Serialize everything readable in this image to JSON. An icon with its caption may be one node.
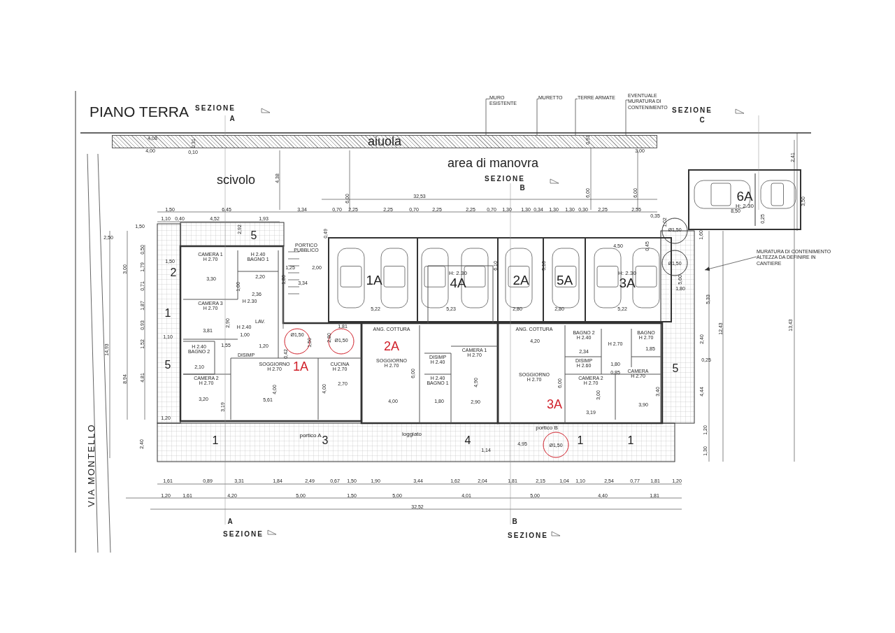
{
  "diagram": {
    "title": "PIANO TERRA",
    "nodes": [
      {
        "text": [
          "aiuola"
        ]
      },
      {
        "text": [
          "scivolo"
        ]
      },
      {
        "text": [
          "area di manovra"
        ]
      },
      {
        "text": [
          "6A",
          "H: 2.30"
        ]
      },
      {
        "text": [
          "1A"
        ]
      },
      {
        "text": [
          "H: 2.30",
          "4A"
        ]
      },
      {
        "text": [
          "2A"
        ]
      },
      {
        "text": [
          "5A"
        ]
      },
      {
        "text": [
          "H: 2.30",
          "3A"
        ]
      },
      {
        "text": [
          "PORTICO PUBBLICO"
        ]
      },
      {
        "text": [
          "CAMERA 1",
          "H 2.70"
        ]
      },
      {
        "text": [
          "H 2.40",
          "BAGNO 1"
        ]
      },
      {
        "text": [
          "CAMERA 3",
          "H 2.70"
        ]
      },
      {
        "text": [
          "H 2.40",
          "BAGNO 2"
        ]
      },
      {
        "text": [
          "CAMERA 2",
          "H 2.70"
        ]
      },
      {
        "text": [
          "SOGGIORNO",
          "H 2.70"
        ]
      },
      {
        "text": [
          "CUCINA",
          "H 2.70"
        ]
      },
      {
        "text": [
          "ANG. COTTURA"
        ]
      },
      {
        "text": [
          "SOGGIORNO",
          "H 2.70"
        ]
      },
      {
        "text": [
          "DISIMP",
          "H 2.40"
        ]
      },
      {
        "text": [
          "H 2.40",
          "BAGNO 1"
        ]
      },
      {
        "text": [
          "CAMERA 1",
          "H 2.70"
        ]
      },
      {
        "text": [
          "ANG. COTTURA"
        ]
      },
      {
        "text": [
          "SOGGIORNO",
          "H 2.70"
        ]
      },
      {
        "text": [
          "BAGNO 2",
          "H 2.40"
        ]
      },
      {
        "text": [
          "BAGNO",
          "H 2.70"
        ]
      },
      {
        "text": [
          "DISIMP",
          "H 2.60"
        ]
      },
      {
        "text": [
          "CAMERA 2",
          "H 2.70"
        ]
      },
      {
        "text": [
          "CAMERA",
          "H 2.70"
        ]
      },
      {
        "text": [
          "MURO ESISTENTE"
        ]
      },
      {
        "text": [
          "MURETTO"
        ]
      },
      {
        "text": [
          "TERRE ARMATE"
        ]
      },
      {
        "text": [
          "EVENTUALE MURATURA DI CONTENIMENTO"
        ]
      },
      {
        "text": [
          "MURATURA DI CONTENIMENTO ALTEZZA DA DEFINIRE IN CANTIERE"
        ]
      }
    ],
    "edges": [
      {
        "from": 29,
        "to": 0,
        "arrow": "none"
      },
      {
        "from": 30,
        "to": 0,
        "arrow": "none"
      },
      {
        "from": 31,
        "to": 0,
        "arrow": "none"
      },
      {
        "from": 32,
        "to": 0,
        "arrow": "none"
      },
      {
        "from": 33,
        "to": null,
        "arrow": "to"
      }
    ],
    "labels": [
      "SEZIONE",
      "A",
      "SEZIONE",
      "B",
      "SEZIONE",
      "C",
      "4,08",
      "0,31",
      "4,00",
      "0,10",
      "4,38",
      "6,00",
      "0,91",
      "3,00",
      "6,00",
      "6,00",
      "2,41",
      "32,53",
      "8,50",
      "3,50",
      "1,50",
      "6,45",
      "3,34",
      "0,70",
      "2,25",
      "2,25",
      "0,70",
      "2,25",
      "2,25",
      "0,70",
      "1,30",
      "1,30",
      "0,34",
      "1,30",
      "1,30",
      "0,30",
      "2,25",
      "2,55",
      "0,35",
      "0,25",
      "1,10",
      "0,40",
      "4,52",
      "1,93",
      "2,50",
      "1,50",
      "2,92",
      "5",
      "0,49",
      "1,02",
      "Ø1,50",
      "Ø1,50",
      "1,60",
      "4,50",
      "0,45",
      "3,00",
      "0,50",
      "1,79",
      "0,71",
      "1,87",
      "0,93",
      "1,52",
      "8,94",
      "4,81",
      "14,93",
      "1,50",
      "2",
      "1",
      "1,10",
      "5",
      "1,20",
      "3,30",
      "2,20",
      "1,00",
      "2,36",
      "H 2.30",
      "2,90",
      "3,81",
      "H 2.40",
      "LAV.",
      "1,00",
      "1,55",
      "1,20",
      "DISIMP",
      "2,10",
      "3,20",
      "3,19",
      "5,61",
      "4,00",
      "2,70",
      "4,00",
      "1A",
      "1,25",
      "2,00",
      "3,34",
      "1,80",
      "1,81",
      "0,42",
      "1,50",
      "2,80",
      "Ø1,50",
      "Ø1,50",
      "5,22",
      "5,23",
      "2,80",
      "2,80",
      "5,22",
      "6,10",
      "5,10",
      "5,60",
      "1,80",
      "5,33",
      "12,43",
      "13,43",
      "2,40",
      "0,25",
      "5",
      "4,44",
      "2A",
      "6,00",
      "4,00",
      "4,90",
      "1,80",
      "2,90",
      "4,20",
      "6,00",
      "3A",
      "2,34",
      "H 2.70",
      "1,85",
      "1,80",
      "0,85",
      "3,19",
      "3,00",
      "3,90",
      "3,40",
      "portico A",
      "3",
      "loggiato",
      "4",
      "portico B",
      "1",
      "1",
      "1",
      "2,40",
      "1,30",
      "1,20",
      "4,95",
      "Ø1,50",
      "1,14",
      "1,61",
      "0,89",
      "3,31",
      "1,84",
      "2,49",
      "0,67",
      "1,50",
      "1,90",
      "3,44",
      "1,62",
      "2,04",
      "1,81",
      "2,15",
      "1,04",
      "1,10",
      "2,54",
      "0,77",
      "1,81",
      "1,20",
      "1,20",
      "1,61",
      "4,20",
      "5,00",
      "1,50",
      "5,00",
      "4,01",
      "5,00",
      "4,40",
      "1,81",
      "32,52",
      "A",
      "SEZIONE",
      "B",
      "SEZIONE",
      "VIA MONTELLO"
    ]
  }
}
